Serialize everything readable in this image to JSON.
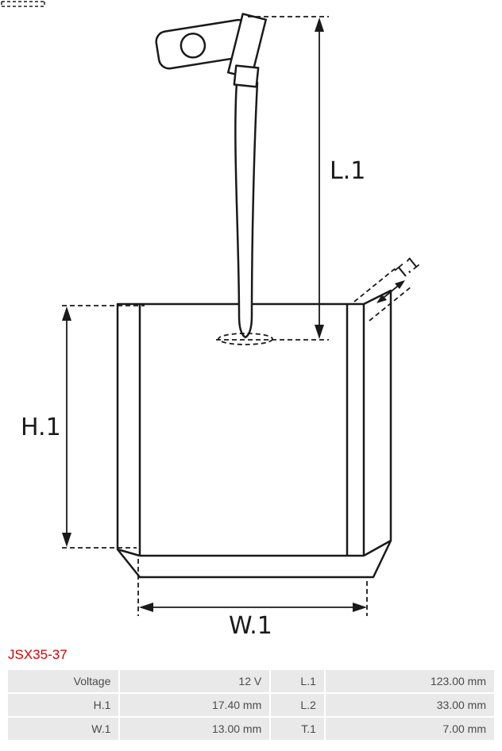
{
  "part_number": "JSX35-37",
  "drawing": {
    "dimension_labels": {
      "length": "L.1",
      "height": "H.1",
      "width": "W.1",
      "thickness": "T.1"
    }
  },
  "spec_table": {
    "rows": [
      {
        "c0": "Voltage",
        "c1": "12 V",
        "c2": "L.1",
        "c3": "123.00 mm"
      },
      {
        "c0": "H.1",
        "c1": "17.40 mm",
        "c2": "L.2",
        "c3": "33.00 mm"
      },
      {
        "c0": "W.1",
        "c1": "13.00 mm",
        "c2": "T.1",
        "c3": "7.00 mm"
      }
    ]
  },
  "colors": {
    "part_number_red": "#d40000",
    "line_color": "#1a1a1a",
    "table_cell_bg": "#e9e9e9",
    "table_text": "#4a4a4a"
  }
}
